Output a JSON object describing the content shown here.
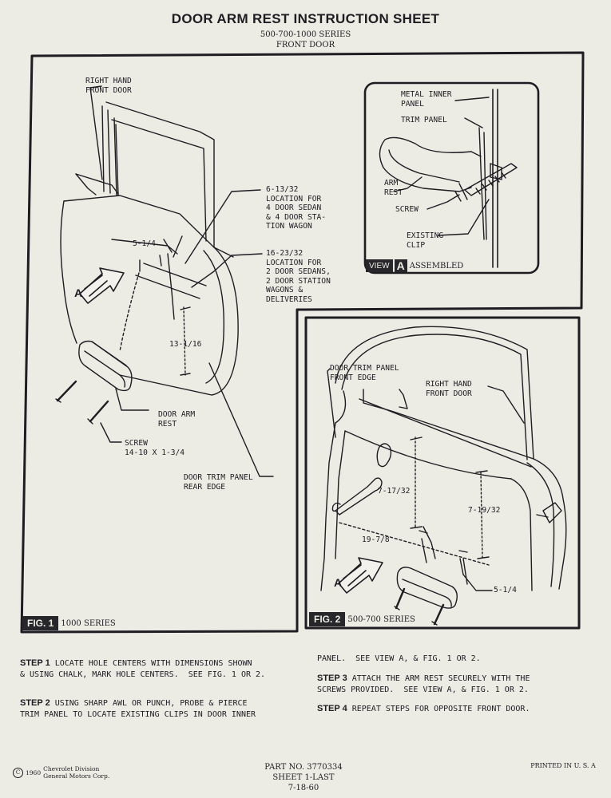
{
  "header": {
    "title": "DOOR ARM REST INSTRUCTION SHEET",
    "series": "500-700-1000 SERIES",
    "subtitle": "FRONT DOOR"
  },
  "fig1": {
    "label": "FIG. 1",
    "series": "1000 SERIES",
    "callouts": {
      "right_hand_front_door": "RIGHT HAND\nFRONT DOOR",
      "loc_4door": "6-13/32\nLOCATION FOR\n4 DOOR SEDAN\n& 4 DOOR STA-\nTION WAGON",
      "loc_2door": "16-23/32\nLOCATION FOR\n2 DOOR SEDANS,\n2 DOOR STATION\nWAGONS &\nDELIVERIES",
      "dim_5_1_4": "5-1/4",
      "dim_13_1_16": "13-1/16",
      "view_arrow": "A",
      "door_arm_rest": "DOOR ARM\nREST",
      "screw": "SCREW\n14-10 X 1-3/4",
      "trim_panel_rear_edge": "DOOR TRIM PANEL\nREAR EDGE"
    }
  },
  "view_a": {
    "view_word": "VIEW",
    "letter": "A",
    "label": "ASSEMBLED",
    "callouts": {
      "metal_inner_panel": "METAL INNER\nPANEL",
      "trim_panel": "TRIM PANEL",
      "arm_rest": "ARM\nREST",
      "screw": "SCREW",
      "existing_clip": "EXISTING\nCLIP"
    }
  },
  "fig2": {
    "label": "FIG. 2",
    "series": "500-700 SERIES",
    "callouts": {
      "trim_front_edge": "DOOR TRIM PANEL\nFRONT EDGE",
      "right_hand_front_door": "RIGHT HAND\nFRONT DOOR",
      "dim_7_17_32": "7-17/32",
      "dim_7_19_32": "7-19/32",
      "dim_19_7_8": "19-7/8",
      "dim_5_1_4": "5-1/4",
      "view_arrow": "A"
    }
  },
  "steps": [
    {
      "label": "STEP 1",
      "text": "LOCATE HOLE CENTERS WITH DIMENSIONS SHOWN\n& USING CHALK, MARK HOLE CENTERS.  SEE FIG. 1 OR 2."
    },
    {
      "label": "STEP 2",
      "text": "USING SHARP AWL OR PUNCH, PROBE & PIERCE\nTRIM PANEL TO LOCATE EXISTING CLIPS IN DOOR INNER"
    },
    {
      "label": "",
      "text": "PANEL.  SEE VIEW A, & FIG. 1 OR 2."
    },
    {
      "label": "STEP 3",
      "text": "ATTACH THE ARM REST SECURELY WITH THE\nSCREWS PROVIDED.  SEE VIEW A, & FIG. 1 OR 2."
    },
    {
      "label": "STEP 4",
      "text": "REPEAT STEPS FOR OPPOSITE FRONT DOOR."
    }
  ],
  "footer": {
    "copyright_symbol": "C",
    "year": "1960",
    "company": "Chevrolet Division\nGeneral Motors Corp.",
    "part_no": "PART NO. 3770334",
    "sheet": "SHEET 1-LAST",
    "date": "7-18-60",
    "printed": "PRINTED IN U. S. A"
  }
}
